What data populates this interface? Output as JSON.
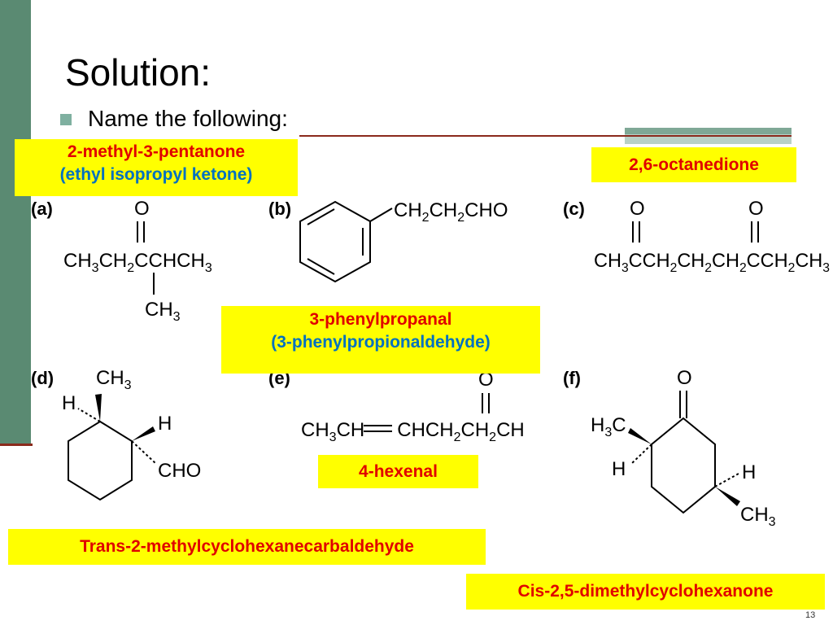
{
  "slide": {
    "title": "Solution:",
    "bullet": "Name the following:",
    "page_number": "13"
  },
  "colors": {
    "accent_green": "#5a8a72",
    "rule_red": "#8b2a1c",
    "highlight": "#ffff00",
    "name_red": "#e00000",
    "name_blue": "#0070c0"
  },
  "answers": {
    "a": {
      "tag": "(a)",
      "name": "2-methyl-3-pentanone",
      "alt": "(ethyl isopropyl ketone)"
    },
    "b": {
      "tag": "(b)",
      "name": "3-phenylpropanal",
      "alt": "(3-phenylpropionaldehyde)"
    },
    "c": {
      "tag": "(c)",
      "name": "2,6-octanedione"
    },
    "d": {
      "tag": "(d)",
      "name": "Trans-2-methylcyclohexanecarbaldehyde"
    },
    "e": {
      "tag": "(e)",
      "name": "4-hexenal"
    },
    "f": {
      "tag": "(f)",
      "name": "Cis-2,5-dimethylcyclohexanone"
    }
  },
  "structures": {
    "a": {
      "main": [
        "CH",
        "3",
        "CH",
        "2",
        "CCHCH",
        "3"
      ],
      "o": "O",
      "branch": [
        "CH",
        "3"
      ]
    },
    "b": {
      "chain": [
        "CH",
        "2",
        "CH",
        "2",
        "CHO"
      ]
    },
    "c": {
      "main": [
        "CH",
        "3",
        "CCH",
        "2",
        "CH",
        "2",
        "CH",
        "2",
        "CCH",
        "2",
        "CH",
        "3"
      ],
      "o1": "O",
      "o2": "O"
    },
    "d": {
      "ch3": [
        "CH",
        "3"
      ],
      "h1": "H",
      "h2": "H",
      "cho": "CHO"
    },
    "e": {
      "main": [
        "CH",
        "3",
        "CH",
        "CHCH",
        "2",
        "CH",
        "2",
        "CH"
      ],
      "o": "O"
    },
    "f": {
      "o": "O",
      "h3c": [
        "H",
        "3",
        "C"
      ],
      "h1": "H",
      "h2": "H",
      "ch3": [
        "CH",
        "3"
      ]
    }
  }
}
